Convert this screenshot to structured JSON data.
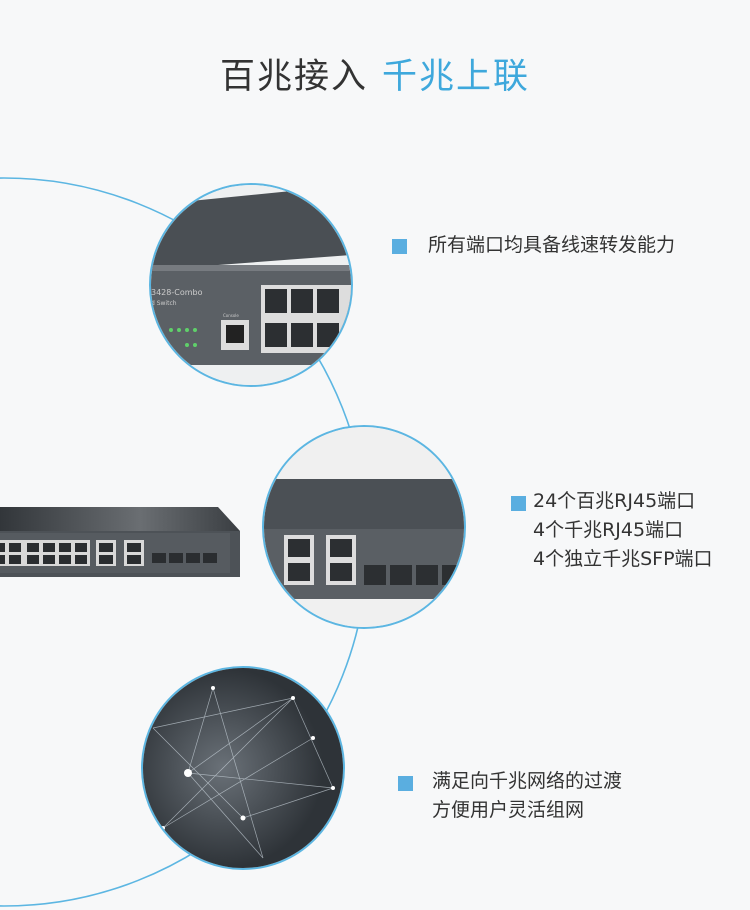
{
  "title": {
    "part1": "百兆接入",
    "part2": "千兆上联"
  },
  "features": [
    {
      "lines": [
        "所有端口均具备线速转发能力"
      ]
    },
    {
      "lines": [
        "24个百兆RJ45端口",
        "4个千兆RJ45端口",
        "4个独立千兆SFP端口"
      ]
    },
    {
      "lines": [
        "满足向千兆网络的过渡",
        "方便用户灵活组网"
      ]
    }
  ],
  "device": {
    "model_label": "3428-Combo",
    "sub_label": "d Switch",
    "console_label": "Console"
  },
  "colors": {
    "accent": "#3ea8dc",
    "text": "#333333",
    "bullet": "#5aaee0"
  }
}
